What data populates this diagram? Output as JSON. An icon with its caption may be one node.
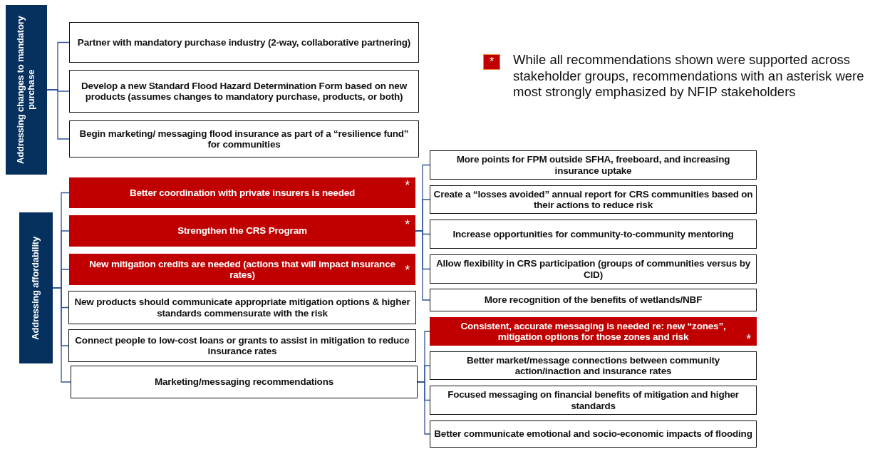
{
  "diagram": {
    "nodes": [
      {
        "text": [
          "Addressing changes to mandatory purchase"
        ]
      },
      {
        "text": [
          "Partner with mandatory purchase industry (2-way, collaborative partnering)"
        ]
      },
      {
        "text": [
          "Develop a new Standard Flood Hazard Determination Form based on new products (assumes changes to mandatory purchase, products, or both)"
        ]
      },
      {
        "text": [
          "Begin marketing/ messaging flood insurance as part of a “resilience fund” for communities"
        ]
      },
      {
        "text": [
          "Addressing affordability"
        ]
      },
      {
        "text": [
          "Better coordination with private insurers is needed",
          "*"
        ]
      },
      {
        "text": [
          "Strengthen the CRS Program",
          "*"
        ]
      },
      {
        "text": [
          "New mitigation credits are needed  (actions that will impact insurance rates)",
          "*"
        ]
      },
      {
        "text": [
          "New products should communicate appropriate  mitigation options & higher standards commensurate with the risk"
        ]
      },
      {
        "text": [
          "Connect people to low-cost loans or grants to assist in mitigation to reduce insurance rates"
        ]
      },
      {
        "text": [
          "Marketing/messaging recommendations"
        ]
      },
      {
        "text": [
          "More points for FPM outside SFHA, freeboard, and increasing insurance uptake"
        ]
      },
      {
        "text": [
          "Create a “losses avoided” annual report for CRS communities based on their actions to reduce risk"
        ]
      },
      {
        "text": [
          "Increase opportunities for community-to-community mentoring"
        ]
      },
      {
        "text": [
          "Allow flexibility in CRS participation (groups of communities versus by CID)"
        ]
      },
      {
        "text": [
          "More recognition of the benefits of wetlands/NBF"
        ]
      },
      {
        "text": [
          "Consistent, accurate messaging is needed re: new “zones”, mitigation options for those zones and risk",
          "*"
        ]
      },
      {
        "text": [
          "Better market/message connections between community action/inaction and insurance rates"
        ]
      },
      {
        "text": [
          "Focused messaging on financial benefits of mitigation and higher standards"
        ]
      },
      {
        "text": [
          "Better communicate emotional and socio-economic impacts of flooding"
        ]
      }
    ],
    "edges": [
      {
        "from": 0,
        "to": 1,
        "arrow": "none"
      },
      {
        "from": 0,
        "to": 2,
        "arrow": "none"
      },
      {
        "from": 0,
        "to": 3,
        "arrow": "none"
      },
      {
        "from": 4,
        "to": 5,
        "arrow": "none"
      },
      {
        "from": 4,
        "to": 6,
        "arrow": "none"
      },
      {
        "from": 4,
        "to": 7,
        "arrow": "none"
      },
      {
        "from": 4,
        "to": 8,
        "arrow": "none"
      },
      {
        "from": 4,
        "to": 9,
        "arrow": "none"
      },
      {
        "from": 4,
        "to": 10,
        "arrow": "none"
      },
      {
        "from": 6,
        "to": 11,
        "arrow": "none"
      },
      {
        "from": 6,
        "to": 12,
        "arrow": "none"
      },
      {
        "from": 6,
        "to": 13,
        "arrow": "none"
      },
      {
        "from": 6,
        "to": 14,
        "arrow": "none"
      },
      {
        "from": 6,
        "to": 15,
        "arrow": "none"
      },
      {
        "from": 10,
        "to": 16,
        "arrow": "none"
      },
      {
        "from": 10,
        "to": 17,
        "arrow": "none"
      },
      {
        "from": 10,
        "to": 18,
        "arrow": "none"
      },
      {
        "from": 10,
        "to": 19,
        "arrow": "none"
      }
    ],
    "labels": [
      "*"
    ],
    "legend": [
      {
        "text": "While all recommendations shown were supported across stakeholder groups, recommendations with an asterisk were most strongly emphasized by NFIP stakeholders",
        "color": "#c00000"
      }
    ]
  }
}
